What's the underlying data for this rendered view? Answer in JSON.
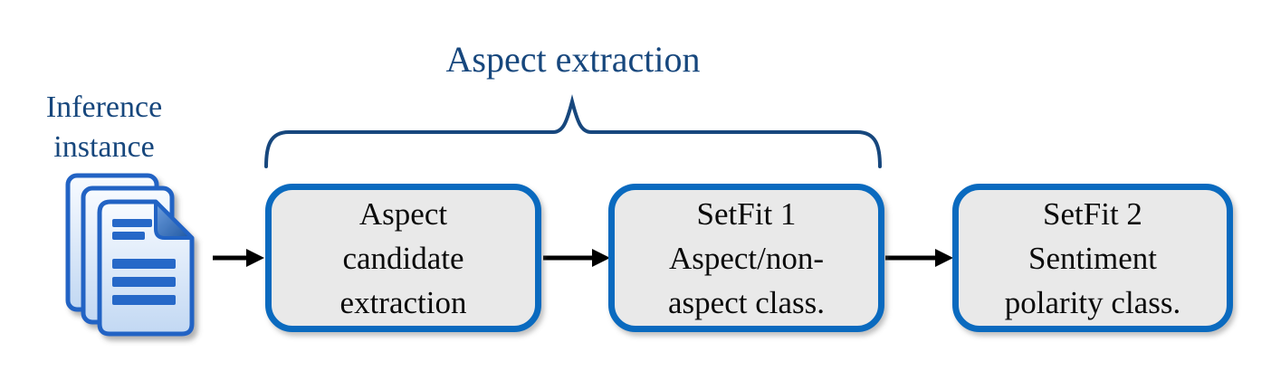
{
  "diagram": {
    "title": "Aspect extraction",
    "input_label": {
      "line1": "Inference",
      "line2": "instance"
    },
    "steps": [
      {
        "lines": [
          "Aspect",
          "candidate",
          "extraction"
        ]
      },
      {
        "lines": [
          "SetFit 1",
          "Aspect/non-",
          "aspect class."
        ]
      },
      {
        "lines": [
          "SetFit 2",
          "Sentiment",
          "polarity class."
        ]
      }
    ],
    "icons": {
      "input": "documents-stack-icon",
      "connector": "arrow-right-icon",
      "grouping": "curly-brace-icon"
    },
    "colors": {
      "heading_text": "#17477D",
      "brace": "#17477D",
      "box_border": "#0A6ABF",
      "box_fill": "#E9E9E9",
      "box_text": "#0B0B0B",
      "arrow": "#000000",
      "doc_border": "#2163C4",
      "doc_fill_light": "#F8FBFF",
      "doc_fill_dark": "#C2D8F3",
      "doc_fold_light": "#6FA0E0",
      "doc_fold_dark": "#1E56A0",
      "doc_bar": "#2668C8"
    }
  }
}
